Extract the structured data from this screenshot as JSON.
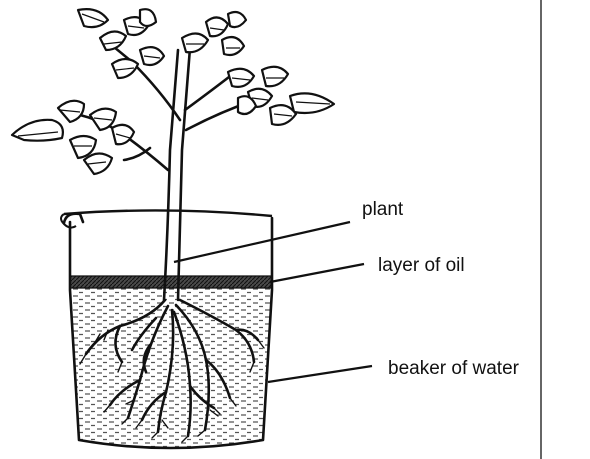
{
  "labels": {
    "plant": "plant",
    "oil": "layer of oil",
    "water": "beaker of water"
  }
}
